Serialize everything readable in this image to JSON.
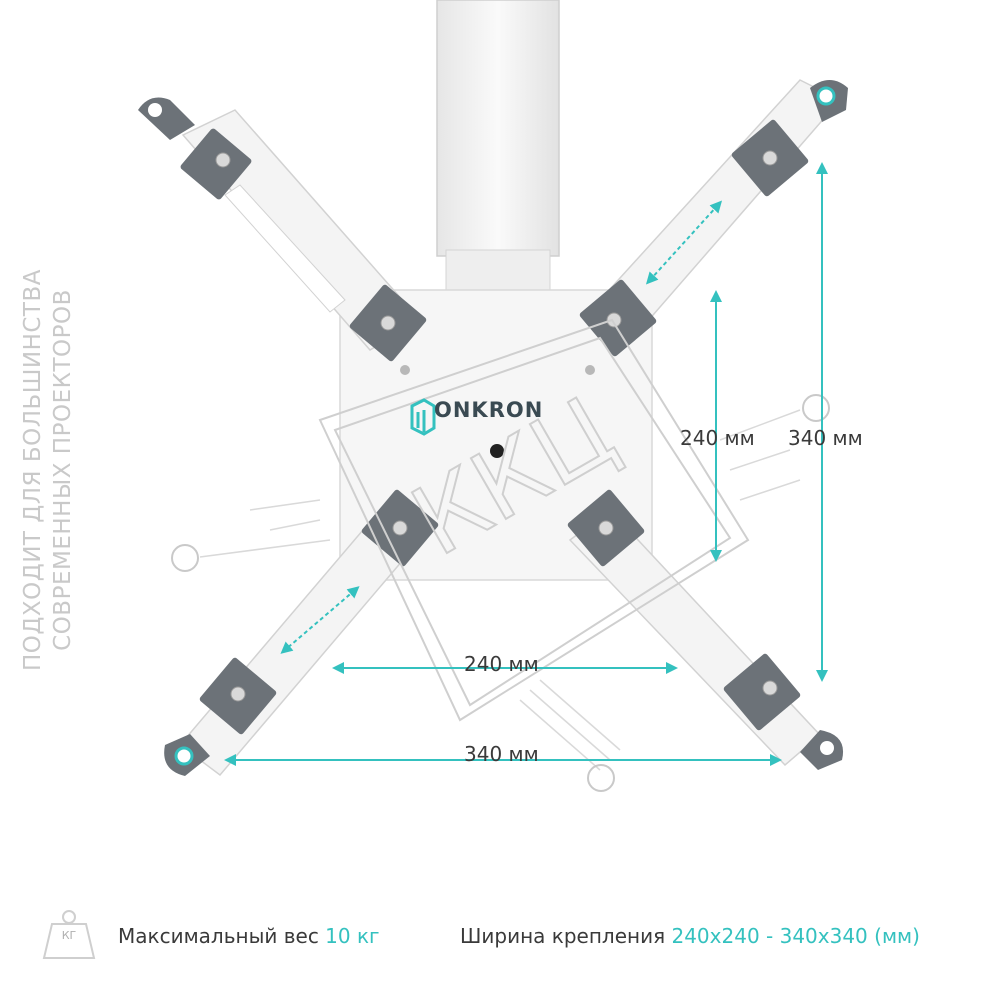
{
  "vertical_text": {
    "line1": "ПОДХОДИТ ДЛЯ БОЛЬШИНСТВА",
    "line2": "СОВРЕМЕННЫХ ПРОЕКТОРОВ"
  },
  "brand": {
    "name": "ONKRON"
  },
  "watermark": "ККЦ",
  "dimensions": {
    "inner_vertical": "240 мм",
    "outer_vertical": "340 мм",
    "inner_horizontal": "240 мм",
    "outer_horizontal": "340 мм"
  },
  "footer": {
    "weight_icon_label": "КГ",
    "max_weight_label": "Максимальный вес",
    "max_weight_value": "10 кг",
    "mount_width_label": "Ширина крепления",
    "mount_width_value": "240x240 - 340x340 (мм)"
  },
  "colors": {
    "accent": "#34c1bf",
    "bracket": "#f4f4f4",
    "plate": "#6c7278",
    "text": "#3a3a3a",
    "muted_text": "#c9c9c9"
  }
}
